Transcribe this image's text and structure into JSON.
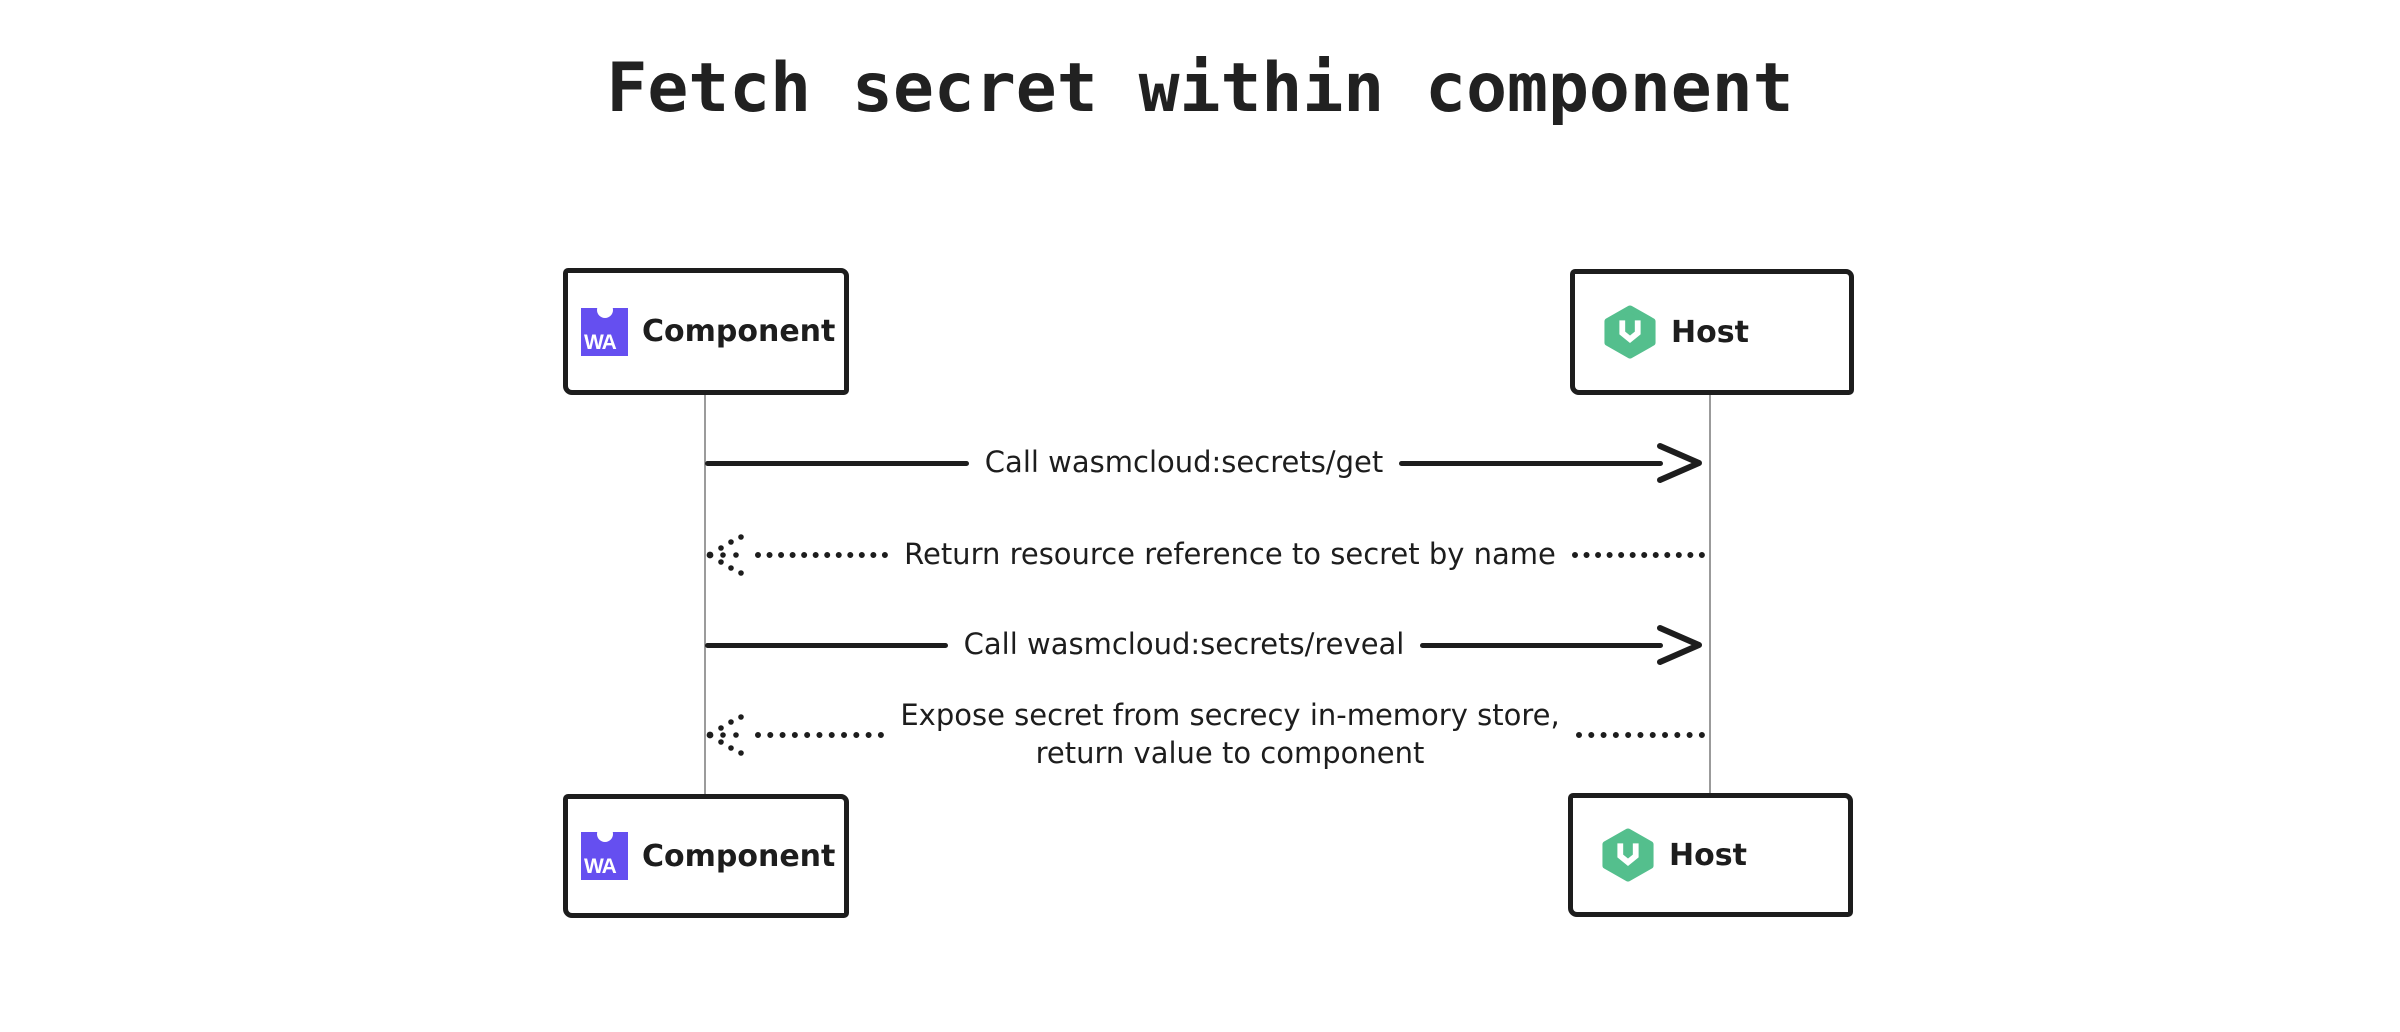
{
  "title": "Fetch secret within component",
  "actors": {
    "component": {
      "label": "Component",
      "icon": "webassembly-icon",
      "icon_text": "WA"
    },
    "host": {
      "label": "Host",
      "icon": "wasmcloud-icon"
    }
  },
  "messages": [
    {
      "label": "Call wasmcloud:secrets/get",
      "from": "component",
      "to": "host",
      "style": "solid"
    },
    {
      "label": "Return resource reference to secret by name",
      "from": "host",
      "to": "component",
      "style": "dotted"
    },
    {
      "label": "Call wasmcloud:secrets/reveal",
      "from": "component",
      "to": "host",
      "style": "solid"
    },
    {
      "label": "Expose secret from secrecy in-memory store,\nreturn value to component",
      "from": "host",
      "to": "component",
      "style": "dotted"
    }
  ],
  "colors": {
    "ink": "#1d1d1d",
    "lifeline_gray": "#9b9b9b",
    "webassembly_purple": "#654ff0",
    "wasmcloud_green": "#54bf8d",
    "background": "#ffffff"
  }
}
